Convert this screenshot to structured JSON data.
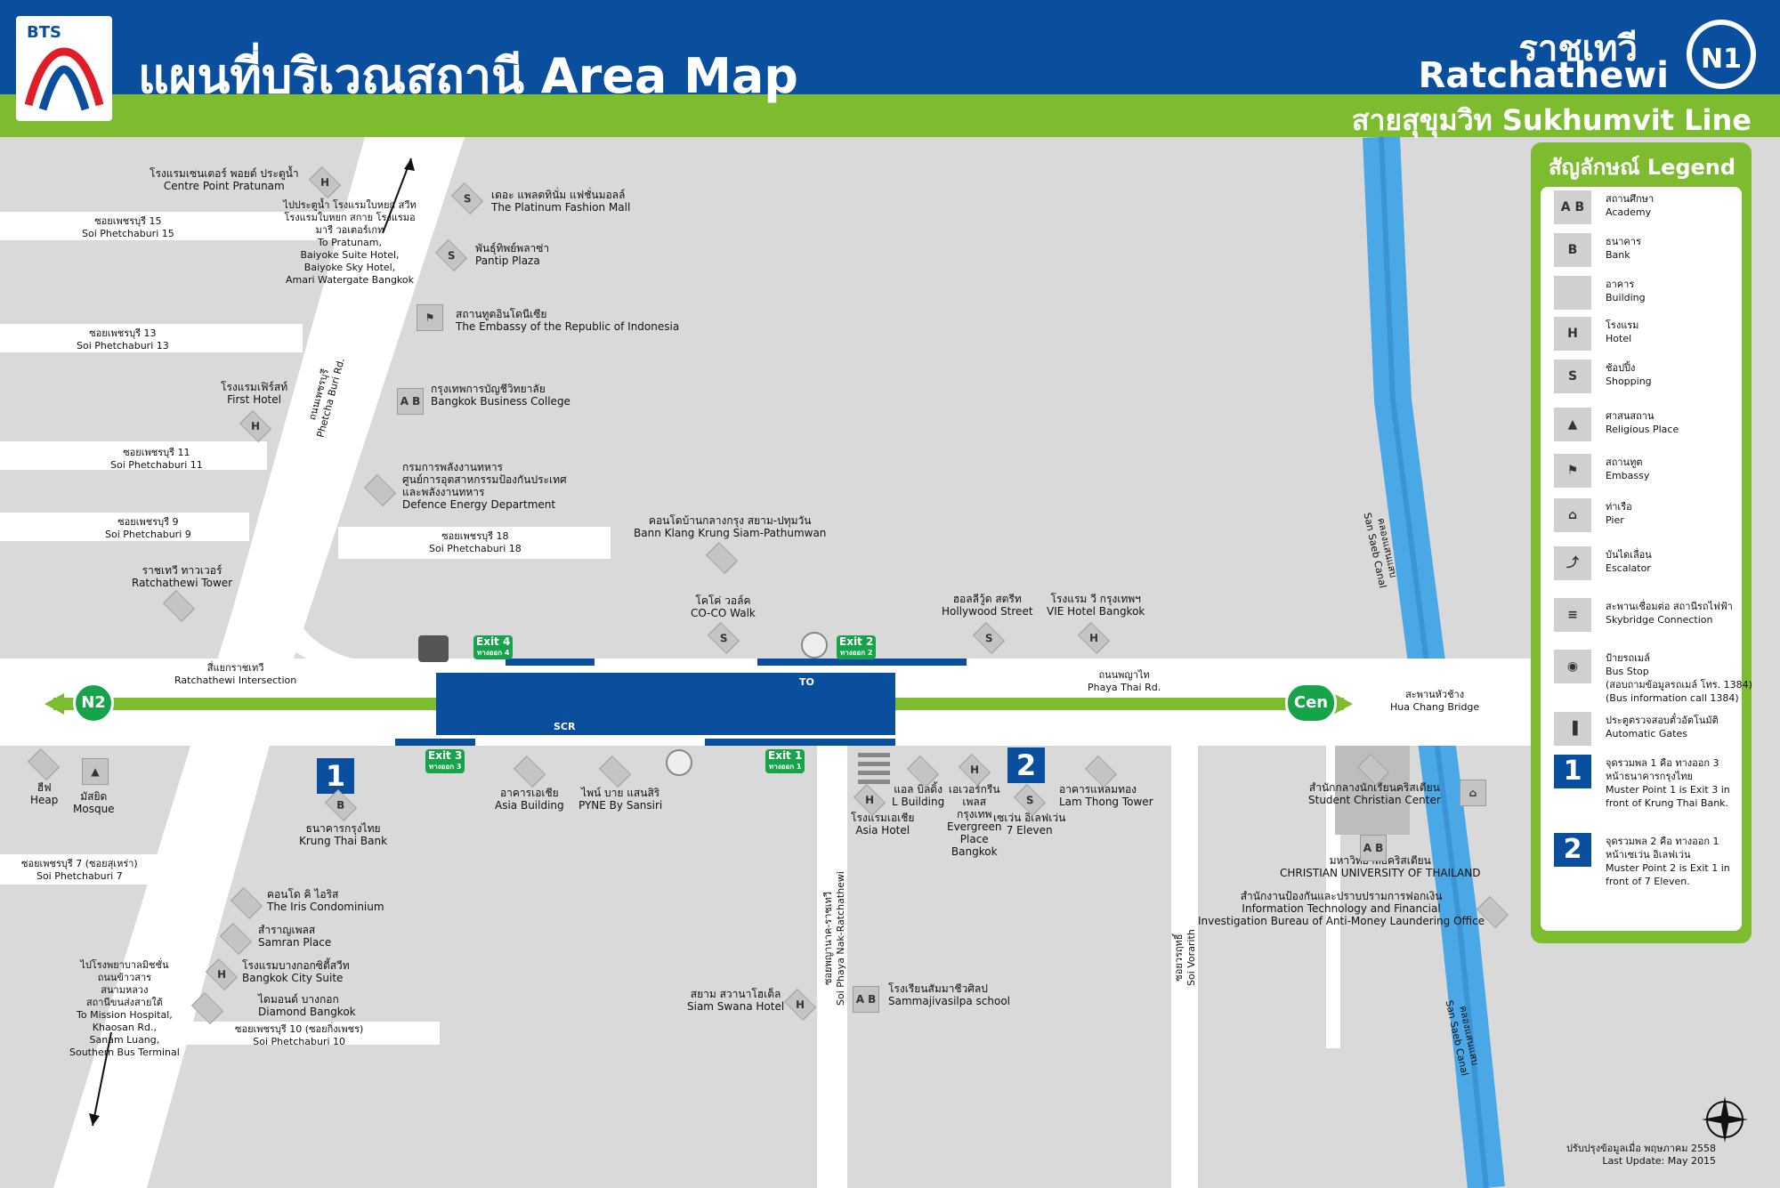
{
  "header": {
    "title": "แผนที่บริเวณสถานี Area Map",
    "logo": "BTS",
    "station_thai": "ราชเทวี",
    "station_en": "Ratchathewi",
    "station_code": "N1",
    "line_name": "สายสุขุมวิท Sukhumvit Line"
  },
  "legend": {
    "title": "สัญลักษณ์ Legend",
    "items": [
      {
        "th": "สถานศึกษา",
        "en": "Academy",
        "icon": "academy-icon"
      },
      {
        "th": "ธนาคาร",
        "en": "Bank",
        "icon": "bank-icon"
      },
      {
        "th": "อาคาร",
        "en": "Building",
        "icon": "building-icon"
      },
      {
        "th": "โรงแรม",
        "en": "Hotel",
        "icon": "hotel-icon"
      },
      {
        "th": "ช้อปปิ้ง",
        "en": "Shopping",
        "icon": "shopping-icon"
      },
      {
        "th": "ศาสนสถาน",
        "en": "Religious Place",
        "icon": "religious-place-icon"
      },
      {
        "th": "สถานทูต",
        "en": "Embassy",
        "icon": "embassy-icon"
      },
      {
        "th": "ท่าเรือ",
        "en": "Pier",
        "icon": "pier-icon"
      },
      {
        "th": "บันไดเลื่อน",
        "en": "Escalator",
        "icon": "escalator-icon"
      },
      {
        "th": "สะพานเชื่อมต่อ สถานีรถไฟฟ้า",
        "en": "Skybridge Connection",
        "icon": "skybridge-icon"
      },
      {
        "th": "ป้ายรถเมล์",
        "en": "Bus Stop",
        "note_th": "(สอบถามข้อมูลรถเมล์ โทร. 1384)",
        "note_en": "(Bus information call 1384)",
        "icon": "bus-stop-icon"
      },
      {
        "th": "ประตูตรวจสอบตั๋วอัตโนมัติ",
        "en": "Automatic Gates",
        "icon": "automatic-gates-icon"
      },
      {
        "th": "จุดรวมพล 1 คือ ทางออก 3 หน้าธนาคารกรุงไทย",
        "en": "Muster Point 1 is Exit 3 in front of Krung Thai Bank.",
        "icon": "muster-point-1-icon"
      },
      {
        "th": "จุดรวมพล 2 คือ ทางออก 1 หน้าเซเว่น อิเลฟเว่น",
        "en": "Muster Point 2 is Exit 1 in front of 7 Eleven.",
        "icon": "muster-point-2-icon"
      }
    ]
  },
  "roads": {
    "soi15_th": "ซอยเพชรบุรี 15",
    "soi15_en": "Soi Phetchaburi 15",
    "soi13_th": "ซอยเพชรบุรี 13",
    "soi13_en": "Soi Phetchaburi 13",
    "soi11_th": "ซอยเพชรบุรี 11",
    "soi11_en": "Soi Phetchaburi 11",
    "soi9_th": "ซอยเพชรบุรี 9",
    "soi9_en": "Soi Phetchaburi 9",
    "soi18_th": "ซอยเพชรบุรี 18",
    "soi18_en": "Soi Phetchaburi 18",
    "soi7_th": "ซอยเพชรบุรี 7 (ซอยสุเหร่า)",
    "soi7_en": "Soi Phetchaburi 7",
    "soi10_th": "ซอยเพชรบุรี 10 (ซอยกิ่งเพชร)",
    "soi10_en": "Soi Phetchaburi 10",
    "phetcha_th": "ถนนเพชรบุรี",
    "phetcha_en": "Phetcha Buri Rd.",
    "phayathai_th": "ถนนพญาไท",
    "phayathai_en": "Phaya Thai Rd.",
    "naksoi_th": "ซอยพญานาค-ราชเทวี",
    "naksoi_en": "Soi Phaya Nak-Ratchathewi",
    "vorarith_th": "ซอยวรฤทธิ์",
    "vorarith_en": "Soi Vorarith",
    "intersection_th": "สี่แยกราชเทวี",
    "intersection_en": "Ratchathewi Intersection",
    "bridge_th": "สะพานหัวช้าง",
    "bridge_en": "Hua Chang Bridge",
    "canal_th": "คลองแสนแสบ",
    "canal_en": "San Saeb Canal"
  },
  "directions": {
    "north_th": "ไปประตูน้ำ โรงแรมใบหยก สวีท โรงแรมใบหยก สกาย โรงแรมอมารี วอเตอร์เกท",
    "north_en": [
      "To Pratunam,",
      "Baiyoke Suite Hotel,",
      "Baiyoke Sky Hotel,",
      "Amari Watergate Bangkok"
    ],
    "south_th": [
      "ไปโรงพยาบาลมิชชั่น",
      "ถนนข้าวสาร",
      "สนามหลวง",
      "สถานีขนส่งสายใต้"
    ],
    "south_en": [
      "To Mission Hospital,",
      "Khaosan Rd.,",
      "Sanam Luang,",
      "Southern Bus Terminal"
    ]
  },
  "places": {
    "centrepoint_th": "โรงแรมเซนเตอร์ พอยต์ ประตูน้ำ",
    "centrepoint_en": "Centre Point Pratunam",
    "platinum_th": "เดอะ แพลตทินั่ม แฟชั่นมอลล์",
    "platinum_en": "The Platinum Fashion Mall",
    "pantip_th": "พันธุ์ทิพย์พลาซ่า",
    "pantip_en": "Pantip Plaza",
    "embassy_th": "สถานทูตอินโดนีเซีย",
    "embassy_en": "The Embassy of the Republic of Indonesia",
    "firsthotel_th": "โรงแรมเฟิร์สท์",
    "firsthotel_en": "First Hotel",
    "bbc_th": "กรุงเทพการบัญชีวิทยาลัย",
    "bbc_en": "Bangkok Business College",
    "defence_th": [
      "กรมการพลังงานทหาร",
      "ศูนย์การอุตสาหกรรมป้องกันประเทศ",
      "และพลังงานทหาร"
    ],
    "defence_en": "Defence Energy Department",
    "bannklang_th": "คอนโดบ้านกลางกรุง สยาม-ปทุมวัน",
    "bannklang_en": "Bann Klang Krung Siam-Pathumwan",
    "rtower_th": "ราชเทวี ทาวเวอร์",
    "rtower_en": "Ratchathewi Tower",
    "coco_th": "โคโค่ วอล์ค",
    "coco_en": "CO-CO Walk",
    "hollywood_th": "ฮอลลีวู้ด สตรีท",
    "hollywood_en": "Hollywood Street",
    "vie_th": "โรงแรม วี กรุงเทพฯ",
    "vie_en": "VIE Hotel Bangkok",
    "heap_th": "ฮีฟ",
    "heap_en": "Heap",
    "mosque_th": "มัสยิด",
    "mosque_en": "Mosque",
    "ktb_th": "ธนาคารกรุงไทย",
    "ktb_en": "Krung Thai Bank",
    "asiabld_th": "อาคารเอเชีย",
    "asiabld_en": "Asia Building",
    "pyne_th": "ไพน์ บาย แสนสิริ",
    "pyne_en": "PYNE By Sansiri",
    "asiahotel_th": "โรงแรมเอเชีย",
    "asiahotel_en": "Asia Hotel",
    "lbld_th": "แอล บิลดิ้ง",
    "lbld_en": "L Building",
    "evergreen_th": [
      "เอเวอร์กรีน",
      "เพลส",
      "กรุงเทพ"
    ],
    "evergreen_en": [
      "Evergreen",
      "Place",
      "Bangkok"
    ],
    "seven_th": "เซเว่น อิเลฟเว่น",
    "seven_en": "7 Eleven",
    "lamthong_th": "อาคารแหลมทอง",
    "lamthong_en": "Lam Thong Tower",
    "student_th": "สำนักกลางนักเรียนคริสเตียน",
    "student_en": "Student Christian Center",
    "cut_th": "มหาวิทยาลัยคริสเตียน",
    "cut_en": "CHRISTIAN UNIVERSITY OF THAILAND",
    "amlo_th": "สำนักงานป้องกันและปราบปรามการฟอกเงิน",
    "amlo_en": [
      "Information Technology and Financial",
      "Investigation Bureau of Anti-Money Laundering Office"
    ],
    "iris_th": "คอนโด คิ ไอริส",
    "iris_en": "The Iris Condominium",
    "samran_th": "สำราญเพลส",
    "samran_en": "Samran Place",
    "bcs_th": "โรงแรมบางกอกซิตี้สวีท",
    "bcs_en": "Bangkok City Suite",
    "diamond_th": "ไดมอนด์ บางกอก",
    "diamond_en": "Diamond Bangkok",
    "swana_th": "สยาม สวานาโฮเต็ล",
    "swana_en": "Siam Swana Hotel",
    "sammaj_th": "โรงเรียนสัมมาชีวศิลป",
    "sammaj_en": "Sammajivasilpa school"
  },
  "station": {
    "exit1": "Exit 1",
    "exit2": "Exit 2",
    "exit3": "Exit 3",
    "exit4": "Exit 4",
    "exit_th1": "ทางออก 1",
    "exit_th2": "ทางออก 2",
    "exit_th3": "ทางออก 3",
    "exit_th4": "ทางออก 4",
    "scr": "SCR",
    "to": "TO",
    "prev": "N2",
    "next": "Cen"
  },
  "footer": {
    "update_th": "ปรับปรุงข้อมูลเมื่อ พฤษภาคม 2558",
    "update_en": "Last Update: May 2015"
  },
  "colors": {
    "header_blue": "#0a4f9e",
    "line_green": "#7dbb2f",
    "canal_blue": "#3aa0e0"
  }
}
